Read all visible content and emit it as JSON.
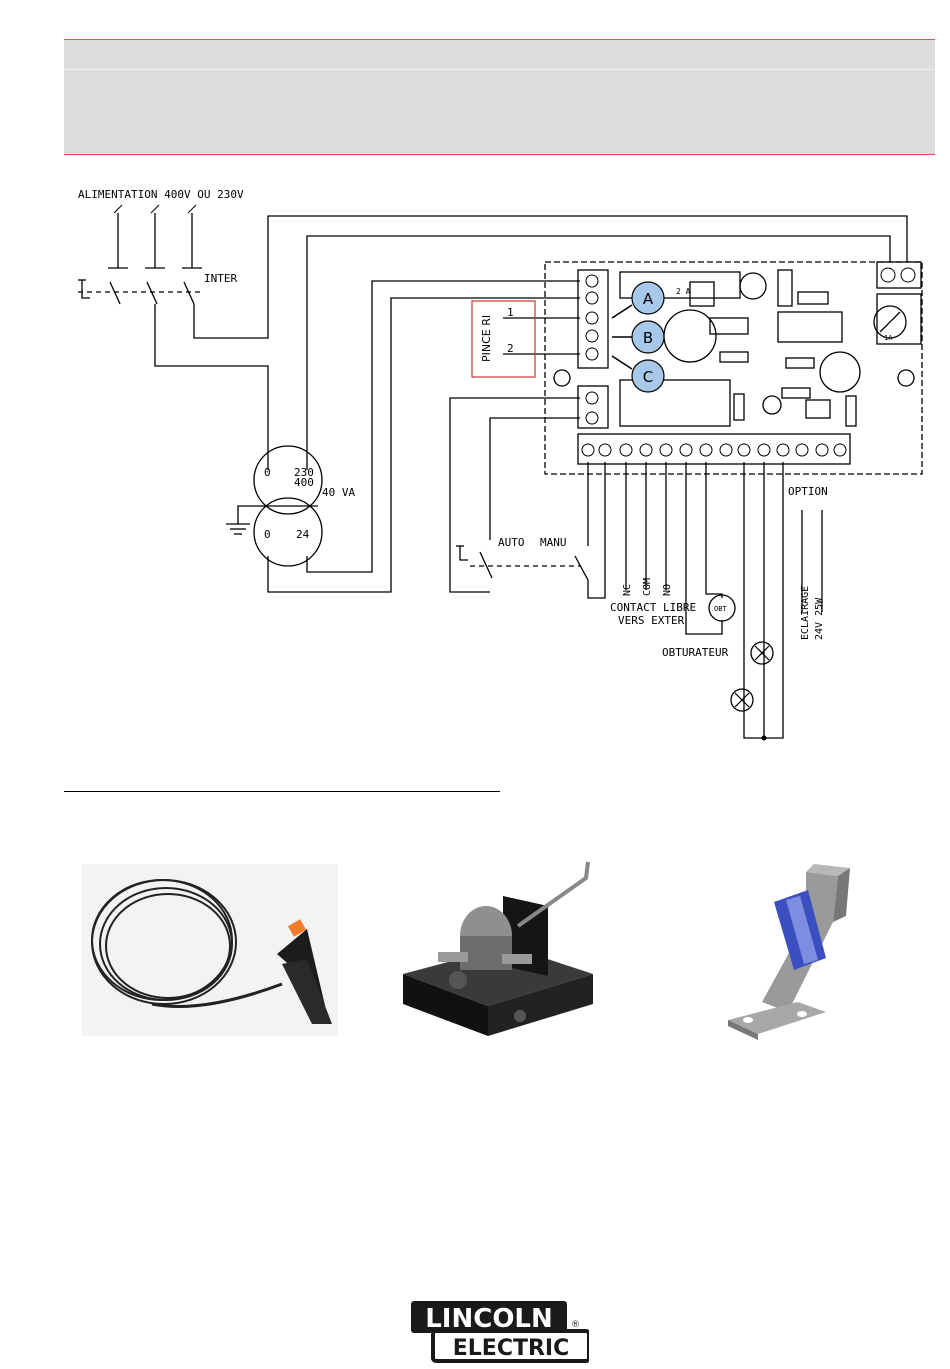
{
  "header": {
    "title": ""
  },
  "diagram": {
    "supply_label": "ALIMENTATION  400V  OU  230V",
    "inter_label": "INTER",
    "transformer": {
      "primary_left": "0",
      "primary_230": "230",
      "primary_400": "400",
      "power": "40 VA",
      "secondary_left": "0",
      "secondary_24": "24"
    },
    "pince": {
      "label": "PINCE RI",
      "wire1": "1",
      "wire2": "2"
    },
    "callouts": [
      "A",
      "B",
      "C"
    ],
    "board": {
      "relay_rating": "2 A",
      "fuse_rating": "1A"
    },
    "switch": {
      "auto": "AUTO",
      "manu": "MANU"
    },
    "contacts": [
      "NC",
      "COM",
      "NO"
    ],
    "contact_label_1": "CONTACT  LIBRE",
    "contact_label_2": "VERS EXTER",
    "obturateur_symbol": "OBT",
    "obturateur_label": "OBTURATEUR",
    "option_label": "OPTION",
    "eclairage_1": "ECLAIRAGE",
    "eclairage_2": "24V 25W"
  },
  "photos": [
    {
      "name": "clamp-cable-photo"
    },
    {
      "name": "valve-unit-photo"
    },
    {
      "name": "support-bracket-photo"
    }
  ],
  "logo": {
    "line1": "LINCOLN",
    "line2": "ELECTRIC",
    "mark": "®"
  }
}
